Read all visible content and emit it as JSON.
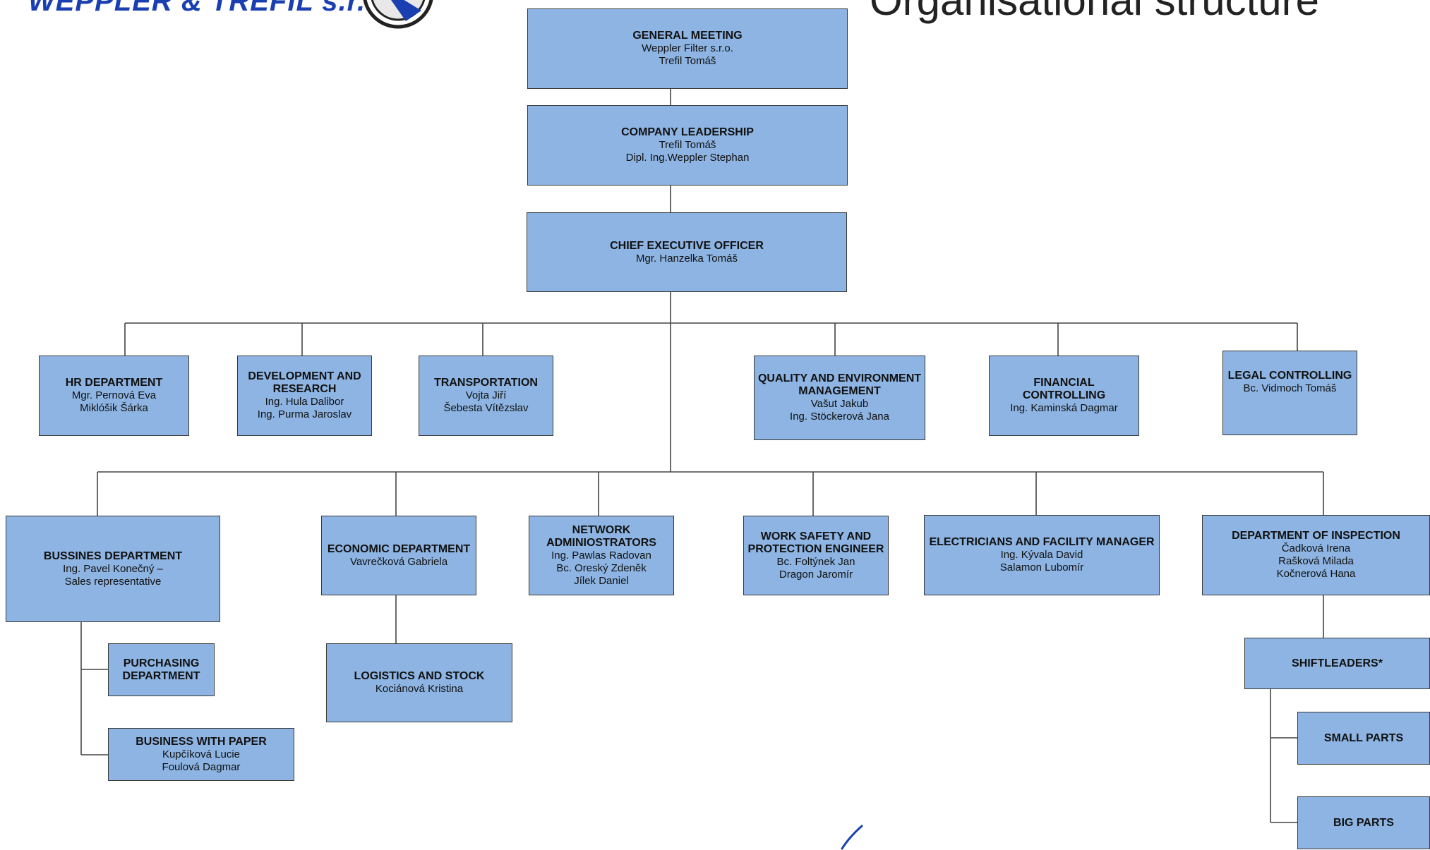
{
  "header": {
    "company_name": "WEPPLER & TREFIL s.r.o.",
    "title": "Organisational structure"
  },
  "colors": {
    "box_fill": "#8db4e2",
    "box_border": "#3a3a3a",
    "line": "#444444",
    "brand_blue": "#1a3fb0"
  },
  "nodes": {
    "general_meeting": {
      "title": "GENERAL MEETING",
      "people": "Weppler Filter s.r.o.\nTrefil Tomáš"
    },
    "company_leadership": {
      "title": "COMPANY LEADERSHIP",
      "people": "Trefil Tomáš\nDipl. Ing.Weppler Stephan"
    },
    "ceo": {
      "title": "CHIEF EXECUTIVE OFFICER",
      "people": "Mgr. Hanzelka Tomáš"
    },
    "hr": {
      "title": "HR DEPARTMENT",
      "people": "Mgr. Pernová Eva\nMiklóšik Šárka"
    },
    "dev_research": {
      "title": "DEVELOPMENT AND\nRESEARCH",
      "people": "Ing. Hula Dalibor\nIng. Purma Jaroslav"
    },
    "transportation": {
      "title": "TRANSPORTATION",
      "people": "Vojta Jiří\nŠebesta Vítězslav"
    },
    "quality_env": {
      "title": "QUALITY AND ENVIRONMENT\nMANAGEMENT",
      "people": "Vašut Jakub\nIng. Stöckerová Jana"
    },
    "financial_controlling": {
      "title": "FINANCIAL CONTROLLING",
      "people": "Ing. Kaminská Dagmar"
    },
    "legal_controlling": {
      "title": "LEGAL CONTROLLING",
      "people": "Bc. Vidmoch Tomáš"
    },
    "business_dept": {
      "title": "BUSSINES DEPARTMENT",
      "people": "Ing. Pavel Konečný –\nSales representative"
    },
    "economic_dept": {
      "title": "ECONOMIC DEPARTMENT",
      "people": "Vavrečková Gabriela"
    },
    "network_admins": {
      "title": "NETWORK\nADMINIOSTRATORS",
      "people": "Ing. Pawlas Radovan\nBc. Oreský Zdeněk\nJílek Daniel"
    },
    "work_safety": {
      "title": "WORK SAFETY AND\nPROTECTION ENGINEER",
      "people": "Bc. Foltýnek Jan\nDragon Jaromír"
    },
    "electricians": {
      "title": "ELECTRICIANS AND FACILITY MANAGER",
      "people": "Ing. Kývala David\nSalamon Lubomír"
    },
    "inspection": {
      "title": "DEPARTMENT OF INSPECTION",
      "people": "Čadková Irena\nRašková Milada\nKočnerová Hana"
    },
    "purchasing": {
      "title": "PURCHASING\nDEPARTMENT",
      "people": ""
    },
    "business_paper": {
      "title": "BUSINESS WITH PAPER",
      "people": "Kupčíková Lucie\nFoulová Dagmar"
    },
    "logistics": {
      "title": "LOGISTICS AND STOCK",
      "people": "Kociánová Kristina"
    },
    "shiftleaders": {
      "title": "SHIFTLEADERS*",
      "people": ""
    },
    "small_parts": {
      "title": "SMALL PARTS",
      "people": ""
    },
    "big_parts": {
      "title": "BIG PARTS",
      "people": ""
    }
  }
}
